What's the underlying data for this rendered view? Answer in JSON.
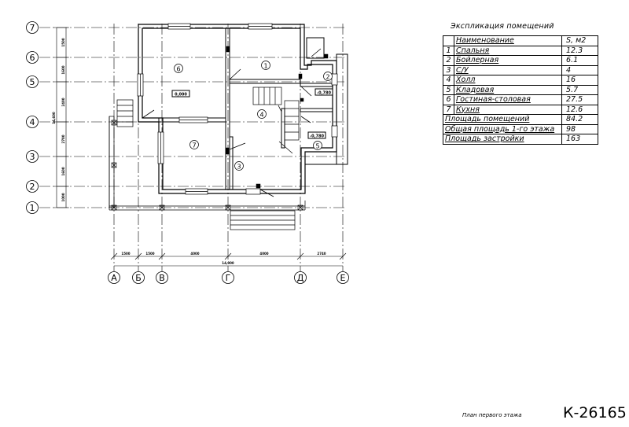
{
  "drawing": {
    "row_axes": [
      "7",
      "6",
      "5",
      "4",
      "3",
      "2",
      "1"
    ],
    "col_axes": [
      "А",
      "Б",
      "В",
      "Г",
      "Д",
      "Е"
    ],
    "room_numbers": [
      "1",
      "2",
      "3",
      "4",
      "5",
      "6",
      "7"
    ],
    "level_marks": [
      "0,000",
      "-0,780",
      "-0,780"
    ],
    "horizontal_dims": [
      "1500",
      "1500",
      "4000",
      "4000",
      "2740"
    ],
    "total_dim": "14,000",
    "vertical_dims": [
      "1500",
      "1600",
      "2400",
      "2700",
      "1600",
      "1000"
    ],
    "vertical_total": "14,600"
  },
  "table": {
    "title": "Экспликация помещений",
    "header": {
      "name": "Наименование",
      "area": "S, м2"
    },
    "rows": [
      {
        "num": "1",
        "name": "Спальня",
        "area": "12.3"
      },
      {
        "num": "2",
        "name": "Бойлерная",
        "area": "6.1"
      },
      {
        "num": "3",
        "name": "С/У",
        "area": "4"
      },
      {
        "num": "4",
        "name": "Холл",
        "area": "16"
      },
      {
        "num": "5",
        "name": "Кладовая",
        "area": "5.7"
      },
      {
        "num": "6",
        "name": "Гостиная-столовая",
        "area": "27.5"
      },
      {
        "num": "7",
        "name": "Кухня",
        "area": "12.6"
      }
    ],
    "summary": [
      {
        "label": "Площадь помещений",
        "value": "84.2"
      },
      {
        "label": "Общая площадь 1-го этажа",
        "value": "98"
      },
      {
        "label": "Площадь застройки",
        "value": "163"
      }
    ]
  },
  "footer": {
    "caption": "План первого этажа",
    "code": "К-26165"
  }
}
